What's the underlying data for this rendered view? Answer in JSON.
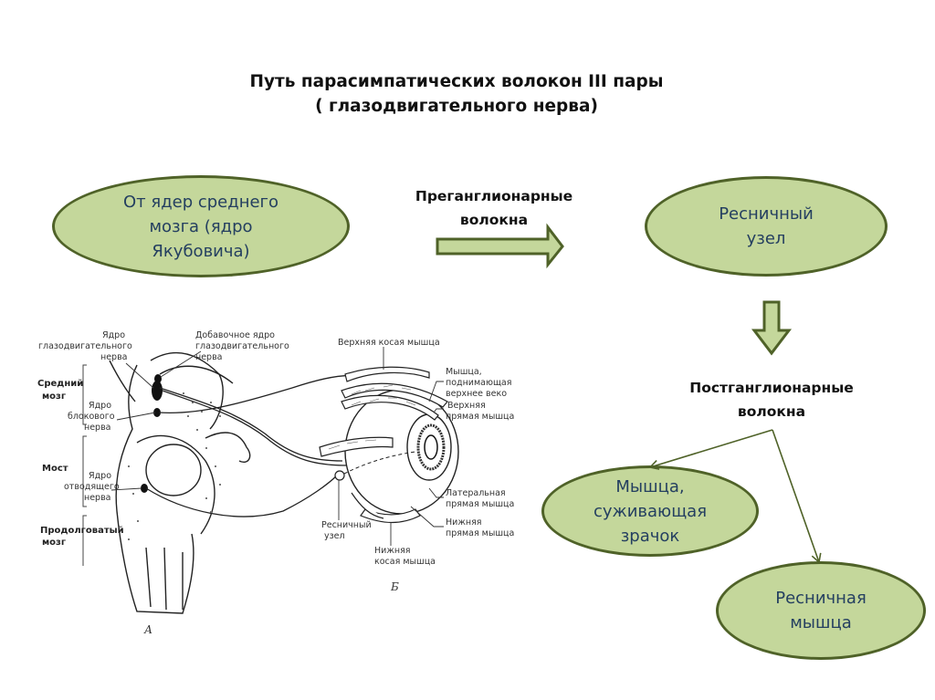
{
  "title": {
    "line1": "Путь парасимпатических волокон III пары",
    "line2": "( глазодвигательного нерва)"
  },
  "colors": {
    "oval_fill": "#c4d79b",
    "oval_stroke": "#4f6228",
    "oval_text": "#243f60",
    "arrow_fill": "#c4d79b",
    "arrow_stroke": "#4f6228",
    "connector_line": "#4f6228"
  },
  "flow": {
    "source_node": {
      "lines": [
        "От  ядер среднего",
        "мозга (ядро",
        "Якубовича)"
      ]
    },
    "preganglionic_label": {
      "lines": [
        "Преганглионарные",
        "волокна"
      ]
    },
    "ganglion_node": {
      "lines": [
        "Ресничный",
        "узел"
      ]
    },
    "postganglionic_label": {
      "lines": [
        "Постганглионарные",
        "волокна"
      ]
    },
    "target_nodes": [
      {
        "lines": [
          "Мышца,",
          "суживающая",
          "зрачок"
        ]
      },
      {
        "lines": [
          "Ресничная",
          "мышца"
        ]
      }
    ]
  },
  "anatomy_figure": {
    "panel_a_label": "А",
    "panel_b_label": "Б",
    "region_labels": {
      "midbrain": [
        "Средний",
        "мозг"
      ],
      "pons": [
        "Мост"
      ],
      "medulla": [
        "Продолговатый",
        "мозг"
      ]
    },
    "nucleus_labels": {
      "oculomotor_nucleus": [
        "Ядро",
        "глазодвигательного",
        "нерва"
      ],
      "accessory_nucleus": [
        "Добавочное ядро",
        "глазодвигательного",
        "нерва"
      ],
      "trochlear_nucleus": [
        "Ядро",
        "блокового",
        "нерва"
      ],
      "abducens_nucleus": [
        "Ядро",
        "отводящего",
        "нерва"
      ]
    },
    "eye_labels": {
      "superior_oblique": [
        "Верхняя косая мышца"
      ],
      "levator_palpebrae": [
        "Мышца,",
        "поднимающая",
        "верхнее веко"
      ],
      "superior_rectus": [
        "Верхняя",
        "прямая мышца"
      ],
      "lateral_rectus": [
        "Латеральная",
        "прямая мышца"
      ],
      "inferior_rectus": [
        "Нижняя",
        "прямая мышца"
      ],
      "ciliary_ganglion": [
        "Ресничный",
        "узел"
      ],
      "inferior_oblique": [
        "Нижняя",
        "косая мышца"
      ]
    }
  }
}
